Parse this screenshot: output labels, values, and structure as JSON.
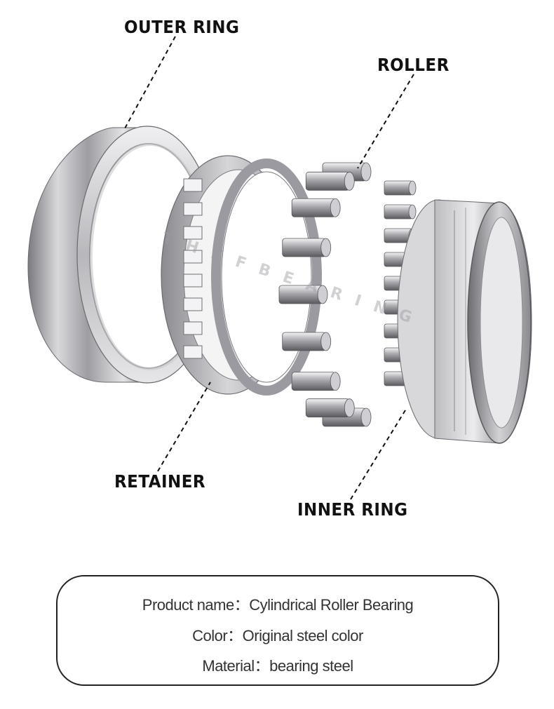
{
  "labels": {
    "outer_ring": "OUTER RING",
    "roller": "ROLLER",
    "retainer": "RETAINER",
    "inner_ring": "INNER RING"
  },
  "info": {
    "product_name": "Product name：Cylindrical Roller Bearing",
    "color": "Color：Original steel color",
    "material": "Material：bearing steel"
  },
  "watermark": "T H K F   B E A R I N G",
  "colors": {
    "steel_light": "#e8e8ea",
    "steel_mid": "#a9a9ae",
    "steel_dark": "#5e5e63",
    "text": "#111111"
  }
}
